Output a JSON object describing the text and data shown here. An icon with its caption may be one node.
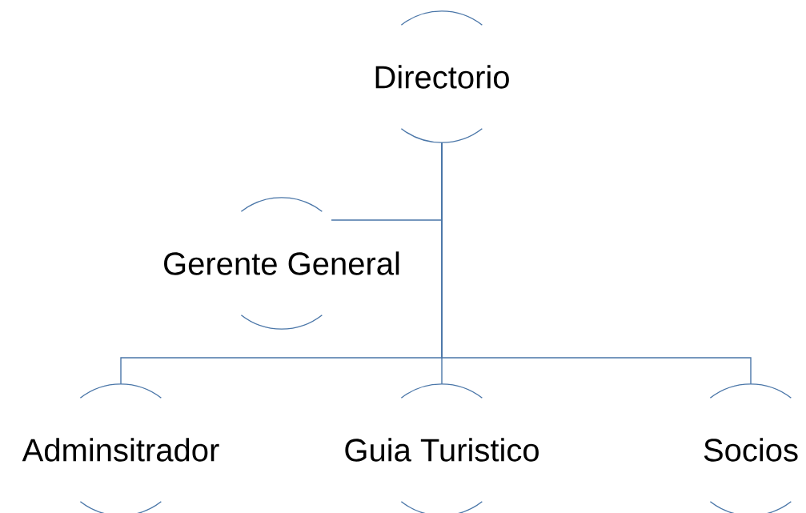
{
  "diagram": {
    "nodes": [
      {
        "text": [
          "Directorio"
        ]
      },
      {
        "text": [
          "Gerente General"
        ]
      },
      {
        "text": [
          "Adminsitrador"
        ]
      },
      {
        "text": [
          "Guia Turistico"
        ]
      },
      {
        "text": [
          "Socios"
        ]
      }
    ],
    "edges": [
      {
        "from": 0,
        "to": 1,
        "arrow": "none"
      },
      {
        "from": 0,
        "to": 2,
        "arrow": "none"
      },
      {
        "from": 0,
        "to": 3,
        "arrow": "none"
      },
      {
        "from": 0,
        "to": 4,
        "arrow": "none"
      }
    ]
  }
}
